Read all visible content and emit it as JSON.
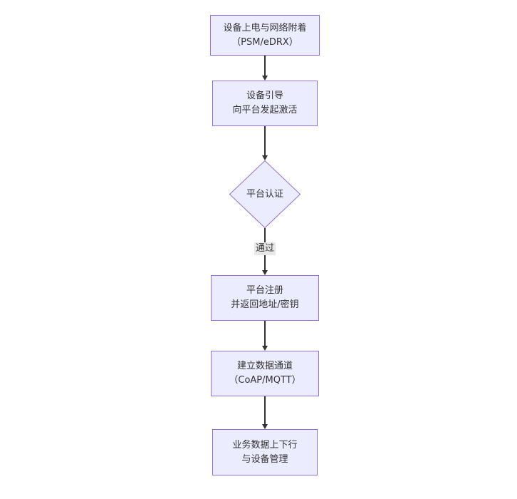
{
  "theme": {
    "canvas_bg": "#ffffff",
    "node_fill": "#ececff",
    "node_border": "#9370db",
    "text_color": "#333333",
    "arrow_color": "#333333",
    "edge_label_bg": "#e8e8e8"
  },
  "flowchart": {
    "direction": "top-down",
    "nodes": [
      {
        "id": "power-attach",
        "shape": "rect",
        "lines": [
          "设备上电与网络附着",
          "（PSM/eDRX）"
        ]
      },
      {
        "id": "bootstrap",
        "shape": "rect",
        "lines": [
          "设备引导",
          "向平台发起激活"
        ]
      },
      {
        "id": "platform-auth",
        "shape": "diamond",
        "lines": [
          "平台认证"
        ]
      },
      {
        "id": "register",
        "shape": "rect",
        "lines": [
          "平台注册",
          "并返回地址/密钥"
        ]
      },
      {
        "id": "data-channel",
        "shape": "rect",
        "lines": [
          "建立数据通道",
          "（CoAP/MQTT）"
        ]
      },
      {
        "id": "business",
        "shape": "rect",
        "lines": [
          "业务数据上下行",
          "与设备管理"
        ]
      }
    ],
    "edges": [
      {
        "from": "power-attach",
        "to": "bootstrap",
        "label": ""
      },
      {
        "from": "bootstrap",
        "to": "platform-auth",
        "label": ""
      },
      {
        "from": "platform-auth",
        "to": "register",
        "label": "通过"
      },
      {
        "from": "register",
        "to": "data-channel",
        "label": ""
      },
      {
        "from": "data-channel",
        "to": "business",
        "label": ""
      }
    ]
  }
}
